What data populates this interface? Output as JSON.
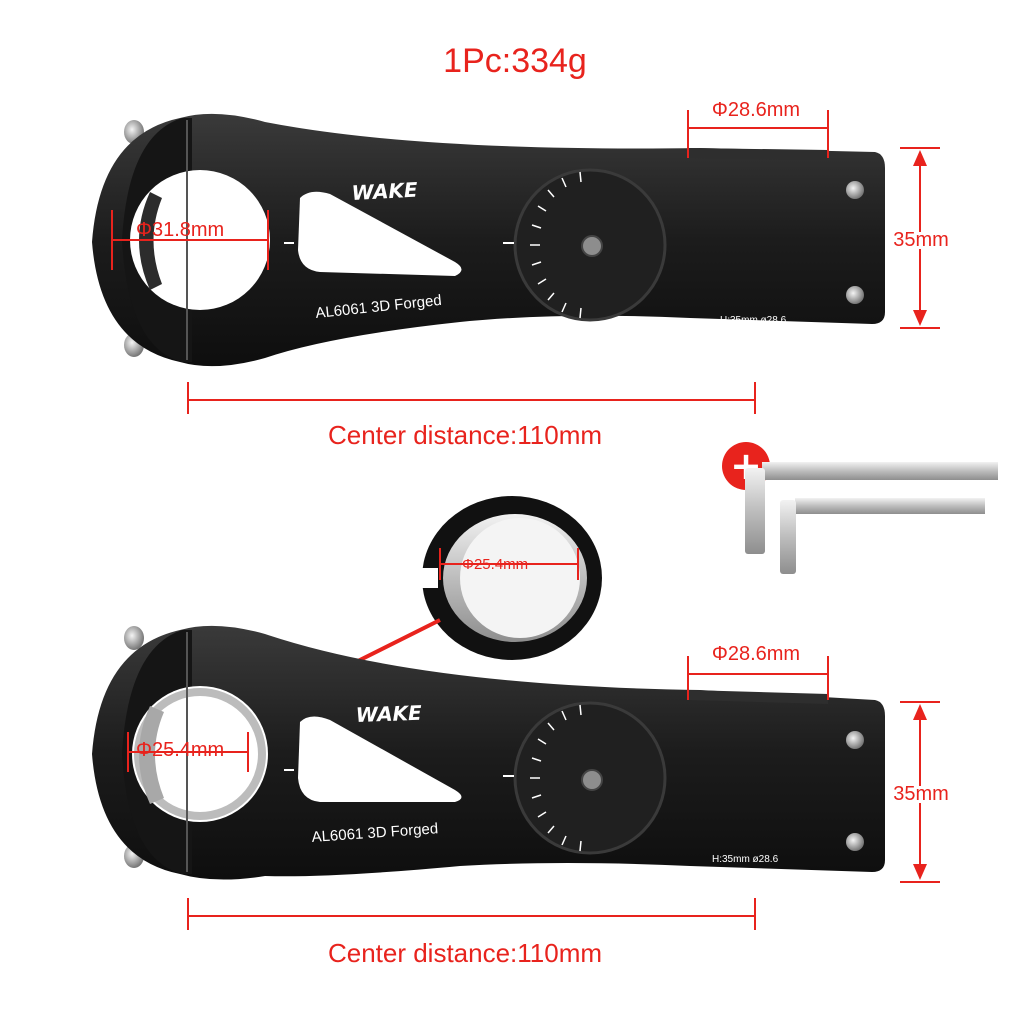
{
  "weight_label": "1Pc:334g",
  "top_stem": {
    "brand": "WAKE",
    "material": "AL6061 3D Forged",
    "spec": "H:35mm  ø28.6",
    "bar_clamp": "Φ31.8mm",
    "steerer": "Φ28.6mm",
    "height": "35mm",
    "center_distance": "Center distance:110mm"
  },
  "bottom_stem": {
    "brand": "WAKE",
    "material": "AL6061 3D Forged",
    "spec": "H:35mm  ø28.6",
    "bar_clamp": "Φ25.4mm",
    "steerer": "Φ28.6mm",
    "height": "35mm",
    "center_distance": "Center distance:110mm"
  },
  "shim": {
    "diameter": "Φ25.4mm"
  },
  "accessories": {
    "plus": "+",
    "tools": "hex-key-pair"
  },
  "colors": {
    "annotation": "#e8231d",
    "stem": "#1a1a1a",
    "steel": "#c9c9c9"
  }
}
